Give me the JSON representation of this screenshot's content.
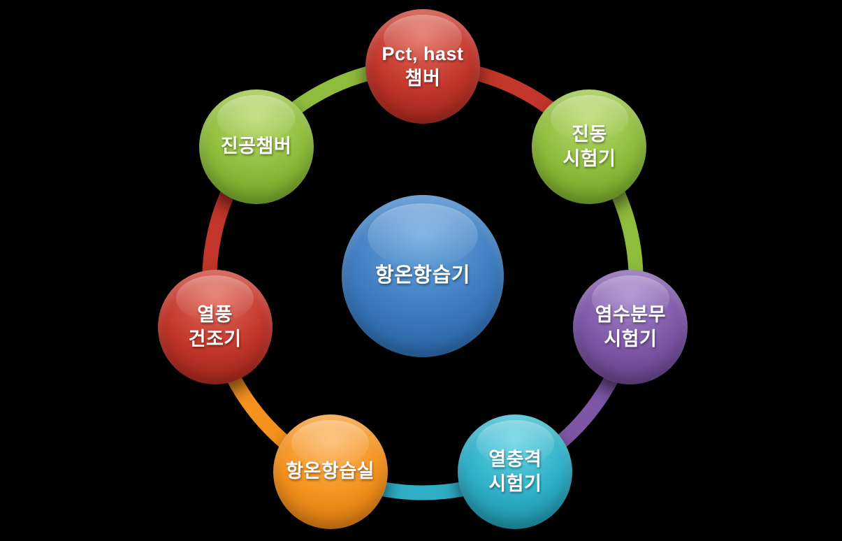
{
  "background_color": "#000000",
  "text_color": "#FFFFFF",
  "palette": {
    "red": {
      "base": "#C2362B",
      "light": "#E06A5B",
      "dark": "#8C1D14"
    },
    "green": {
      "base": "#8FBC3C",
      "light": "#B7DA6E",
      "dark": "#5F8E1C"
    },
    "blue": {
      "base": "#3E7DC0",
      "light": "#6CA6DE",
      "dark": "#1F5491"
    },
    "purple": {
      "base": "#7D57A6",
      "light": "#A383C8",
      "dark": "#523473"
    },
    "teal": {
      "base": "#2FAFC6",
      "light": "#66D2E2",
      "dark": "#14788D"
    },
    "orange": {
      "base": "#F5921E",
      "light": "#FBB765",
      "dark": "#BF6708"
    }
  },
  "center": {
    "id": "constant-temp-humidity-chamber",
    "label": "항온항습기",
    "color": "blue"
  },
  "nodes": [
    {
      "id": "pct-hast-chamber",
      "lines": [
        "Pct, hast",
        "챔버"
      ],
      "color": "red"
    },
    {
      "id": "vibration-tester",
      "lines": [
        "진동",
        "시험기"
      ],
      "color": "green"
    },
    {
      "id": "salt-spray-tester",
      "lines": [
        "염수분무",
        "시험기"
      ],
      "color": "purple"
    },
    {
      "id": "thermal-shock-tester",
      "lines": [
        "열충격",
        "시험기"
      ],
      "color": "teal"
    },
    {
      "id": "temp-humidity-room",
      "lines": [
        "항온항습실"
      ],
      "color": "orange"
    },
    {
      "id": "hot-air-dryer",
      "lines": [
        "열풍",
        "건조기"
      ],
      "color": "red"
    },
    {
      "id": "vacuum-chamber",
      "lines": [
        "진공챔버"
      ],
      "color": "green"
    }
  ]
}
